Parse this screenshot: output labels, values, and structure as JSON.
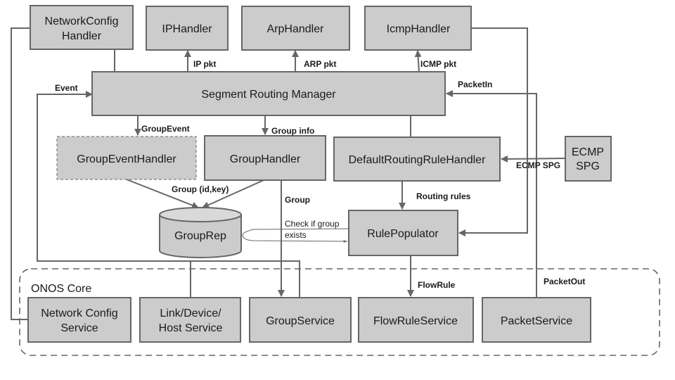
{
  "diagram": {
    "nodes": {
      "network_config_handler": [
        "NetworkConfig",
        "Handler"
      ],
      "ip_handler": "IPHandler",
      "arp_handler": "ArpHandler",
      "icmp_handler": "IcmpHandler",
      "segment_routing_manager": "Segment Routing Manager",
      "group_event_handler": "GroupEventHandler",
      "group_handler": "GroupHandler",
      "default_routing_rule_handler": "DefaultRoutingRuleHandler",
      "ecmp_spg": [
        "ECMP",
        "SPG"
      ],
      "group_rep": "GroupRep",
      "rule_populator": "RulePopulator",
      "network_config_service": [
        "Network Config",
        "Service"
      ],
      "link_device_host_service": [
        "Link/Device/",
        "Host Service"
      ],
      "group_service": "GroupService",
      "flow_rule_service": "FlowRuleService",
      "packet_service": "PacketService"
    },
    "container": {
      "onos_core": "ONOS Core"
    },
    "edges": {
      "ip_pkt": "IP pkt",
      "arp_pkt": "ARP pkt",
      "icmp_pkt": "ICMP pkt",
      "event": "Event",
      "packet_in": "PacketIn",
      "group_event": "GroupEvent",
      "group_info": "Group info",
      "group_id_key": "Group (id,key)",
      "group": "Group",
      "ecmp_spg": "ECMP SPG",
      "routing_rules": "Routing rules",
      "check_if_group_exists": [
        "Check if group",
        "exists"
      ],
      "flow_rule": "FlowRule",
      "packet_out": "PacketOut"
    }
  },
  "colors": {
    "box_fill": "#cccccc",
    "stroke": "#666666",
    "text": "#1a1a1a"
  }
}
